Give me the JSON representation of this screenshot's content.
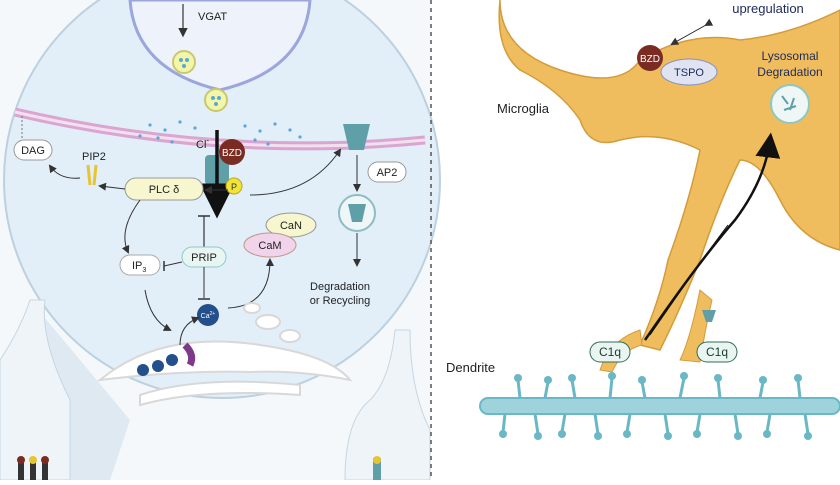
{
  "synapse": {
    "vgat": "VGAT",
    "chloride": "Cl",
    "chloride_sup": "-",
    "bzd": "BZD",
    "phospho": "P",
    "dag": "DAG",
    "pip2": "PIP2",
    "plc": "PLC δ",
    "ip3": "IP",
    "ip3_sub": "3",
    "prip": "PRIP",
    "can": "CaN",
    "cam": "CaM",
    "ca2": "Ca",
    "ca2_sup": "2+",
    "ap2": "AP2",
    "degradation_line1": "Degradation",
    "degradation_line2": "or Recycling"
  },
  "microglia": {
    "upregulation": "upregulation",
    "bzd": "BZD",
    "tspo": "TSPO",
    "lysosomal_line1": "Lysosomal",
    "lysosomal_line2": "Degradation",
    "label": "Microglia",
    "c1q_left": "C1q",
    "c1q_right": "C1q",
    "dendrite": "Dendrite"
  },
  "colors": {
    "cell_fill": "#e2eef8",
    "membrane": "#d9a6d2",
    "vesicle": "#f2f6a8",
    "bzd": "#7a2c22",
    "prip_fill": "#e9f5f0",
    "cam_fill": "#f1d4ec",
    "can_fill": "#f6f6cf",
    "receptor": "#5fa0a8",
    "microglia": "#f0bd5e",
    "dendrite": "#6ab7c5",
    "tspo_fill": "#dfe3f2"
  }
}
